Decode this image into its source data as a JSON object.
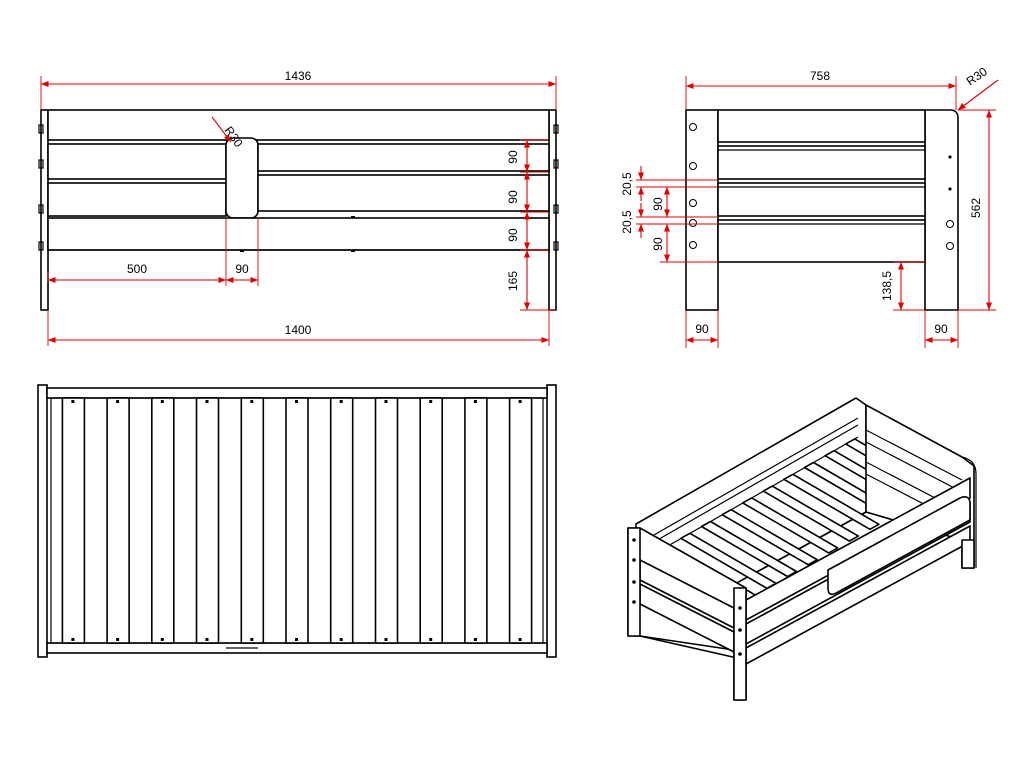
{
  "colors": {
    "dimension": "#e30000",
    "outline": "#000000",
    "background": "#ffffff"
  },
  "front_view": {
    "overall_length": "1436",
    "inner_length": "1400",
    "panel_offset": "500",
    "post_width": "90",
    "radius": "R30",
    "rail_gap_1": "90",
    "rail_gap_2": "90",
    "rail_gap_3": "90",
    "floor_height": "165"
  },
  "side_view": {
    "overall_width": "758",
    "radius": "R30",
    "height": "562",
    "post_width_left": "90",
    "post_width_right": "90",
    "rail_spacing_1": "20,5",
    "rail_spacing_2": "20,5",
    "rail_height_1": "90",
    "rail_height_2": "90",
    "bottom_clearance": "138,5"
  }
}
